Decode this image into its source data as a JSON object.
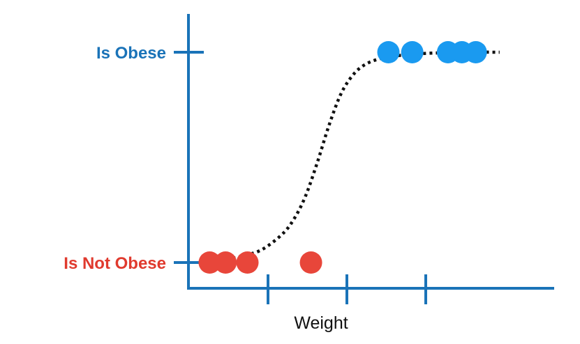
{
  "chart_data": {
    "type": "scatter",
    "xlabel": "Weight",
    "y_categories": [
      "Is Not Obese",
      "Is Obese"
    ],
    "ylim": [
      0,
      1
    ],
    "grid": false,
    "series": [
      {
        "name": "Is Obese",
        "x": [
          5.0,
          5.6,
          6.5,
          6.85,
          7.2
        ],
        "y": [
          1,
          1,
          1,
          1,
          1
        ],
        "color": "#1a9af0"
      },
      {
        "name": "Is Not Obese",
        "x": [
          0.5,
          0.9,
          1.45,
          3.05
        ],
        "y": [
          0,
          0,
          0,
          0
        ],
        "color": "#e8463a"
      }
    ],
    "fit_curve": {
      "type": "logistic",
      "style": "dotted",
      "color": "#111111",
      "x": [
        0.3,
        0.8,
        1.3,
        1.8,
        2.3,
        2.6,
        2.9,
        3.2,
        3.5,
        3.8,
        4.1,
        4.4,
        4.8,
        5.3,
        6.0,
        7.0,
        7.8
      ],
      "y": [
        0.0,
        0.01,
        0.03,
        0.06,
        0.13,
        0.2,
        0.31,
        0.47,
        0.65,
        0.8,
        0.89,
        0.94,
        0.97,
        0.985,
        0.995,
        1.0,
        1.0
      ]
    },
    "xlim": [
      0,
      8
    ],
    "x_ticks": [
      1,
      2,
      3
    ],
    "y_tick_label_colors": {
      "Is Obese": "#1a73b8",
      "Is Not Obese": "#e03a2e"
    },
    "axis_color": "#1a73b8"
  }
}
